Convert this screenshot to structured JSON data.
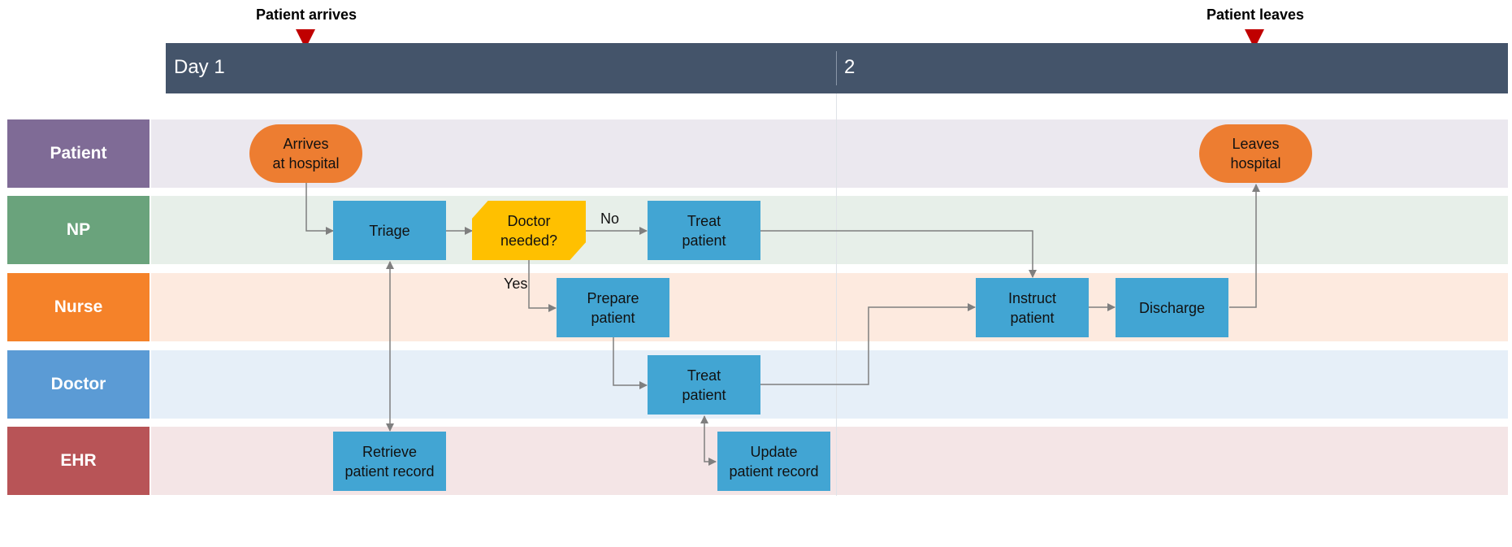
{
  "milestones": [
    {
      "label": "Patient arrives"
    },
    {
      "label": "Patient leaves"
    }
  ],
  "timeline": {
    "day1": "Day 1",
    "day2": "2"
  },
  "lanes": [
    {
      "label": "Patient",
      "color": "#7f6b96",
      "bg": "#ebe8ef"
    },
    {
      "label": "NP",
      "color": "#6aa37c",
      "bg": "#e7efe9"
    },
    {
      "label": "Nurse",
      "color": "#f58229",
      "bg": "#fdeadf"
    },
    {
      "label": "Doctor",
      "color": "#5b9bd5",
      "bg": "#e6eff8"
    },
    {
      "label": "EHR",
      "color": "#b85457",
      "bg": "#f4e5e6"
    }
  ],
  "nodes": {
    "arrives": "Arrives\nat hospital",
    "leaves": "Leaves\nhospital",
    "triage": "Triage",
    "doctor_needed": "Doctor\nneeded?",
    "np_treat": "Treat\npatient",
    "prepare": "Prepare\npatient",
    "instruct": "Instruct\npatient",
    "discharge": "Discharge",
    "doctor_treat": "Treat\npatient",
    "retrieve": "Retrieve\npatient record",
    "update": "Update\npatient record"
  },
  "edge_labels": {
    "no": "No",
    "yes": "Yes"
  },
  "colors": {
    "task": "#42a5d3",
    "terminal": "#ed7d31",
    "decision": "#ffc000",
    "milestone_marker": "#c00000",
    "timeline_bar": "#44546a",
    "connector": "#7f7f7f"
  }
}
